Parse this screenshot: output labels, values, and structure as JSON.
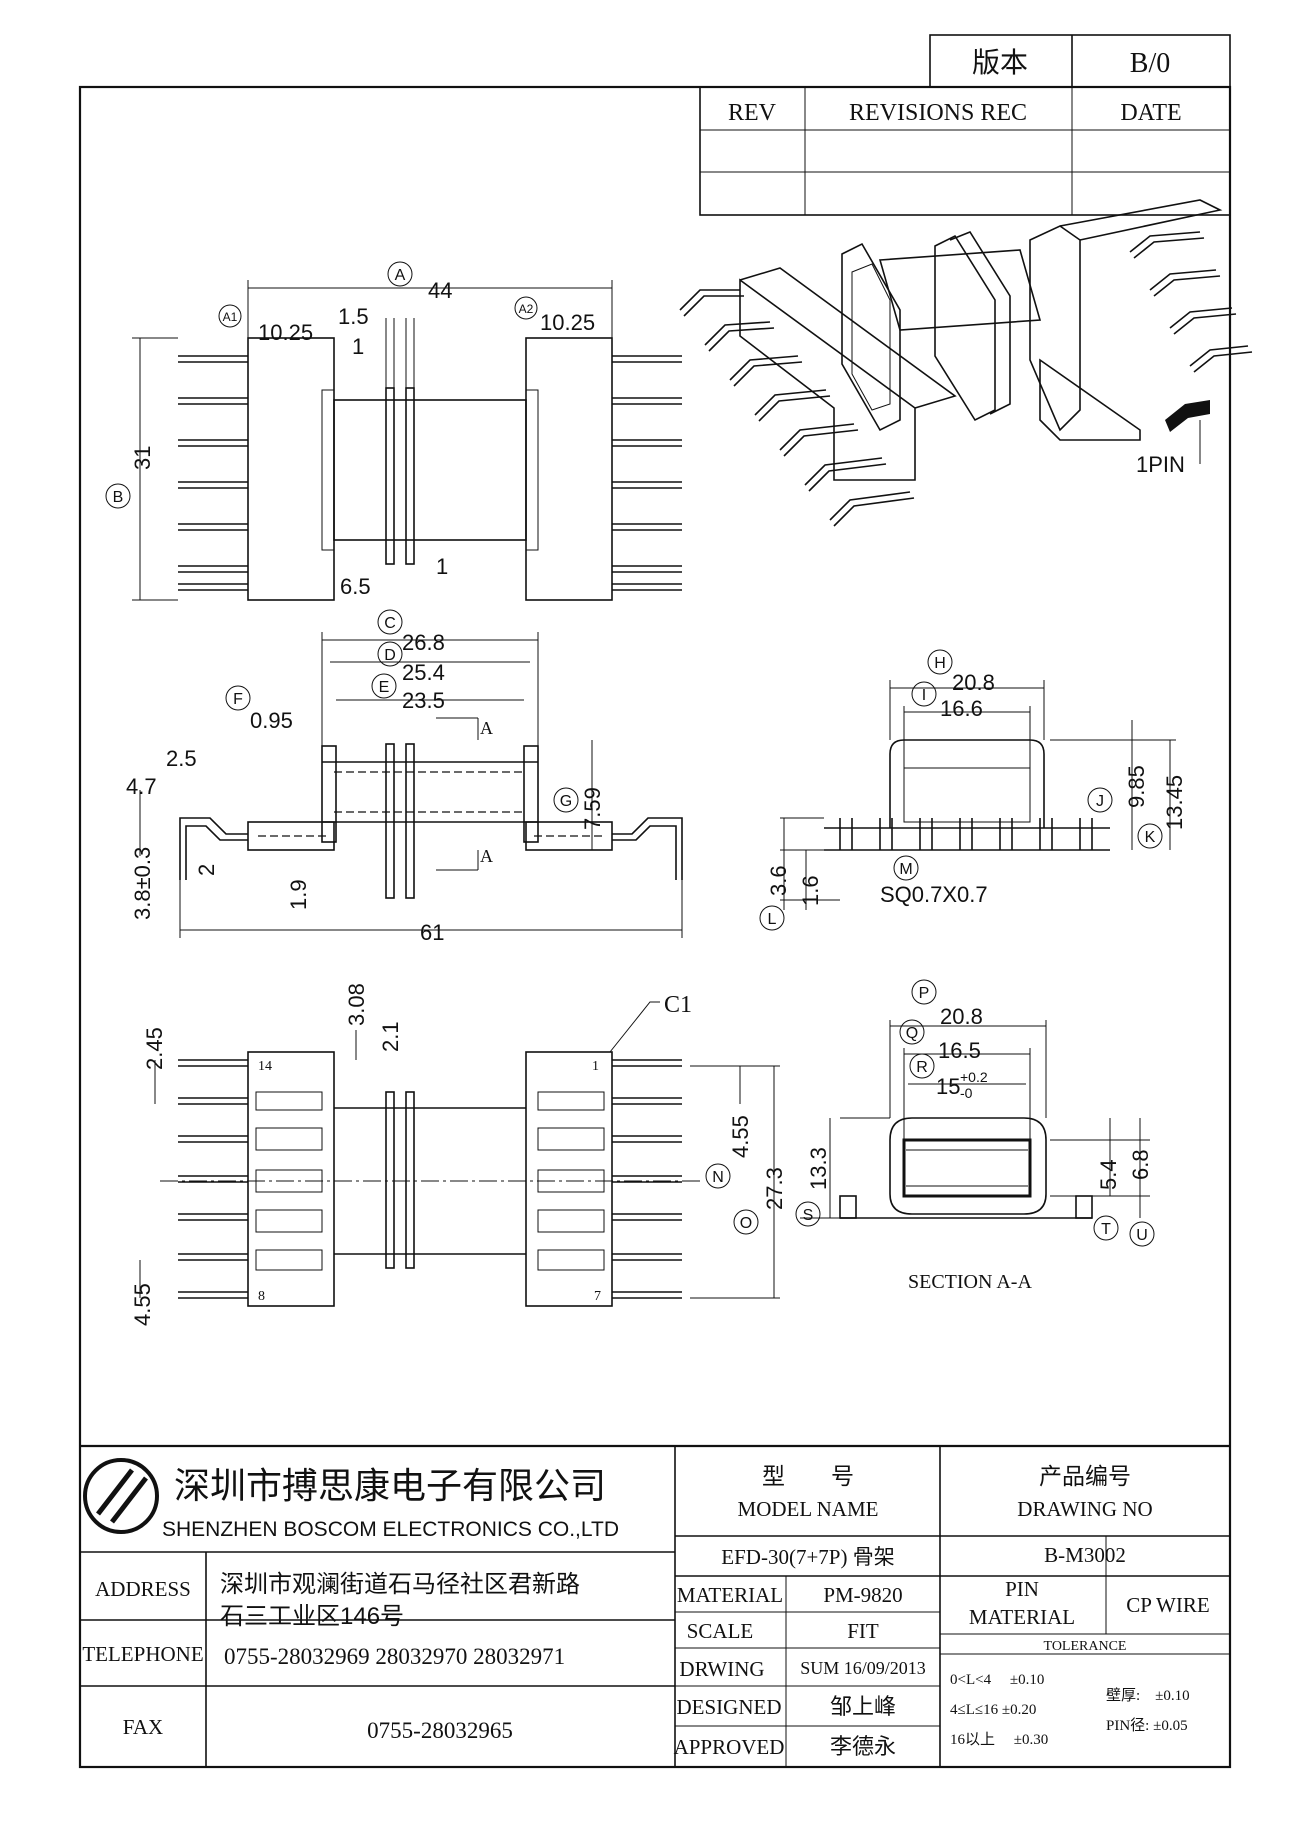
{
  "title_block": {
    "version_label": "版本",
    "version_value": "B/0",
    "rev_header": "REV",
    "revisions_header": "REVISIONS REC",
    "date_header": "DATE",
    "company_cn": "深圳市搏思康电子有限公司",
    "company_en": "SHENZHEN BOSCOM ELECTRONICS CO.,LTD",
    "address_label": "ADDRESS",
    "address_line1": "深圳市观澜街道石马径社区君新路",
    "address_line2": "石三工业区146号",
    "telephone_label": "TELEPHONE",
    "telephone_value": "0755-28032969 28032970 28032971",
    "fax_label": "FAX",
    "fax_value": "0755-28032965",
    "model_cn": "型　　号",
    "model_en": "MODEL NAME",
    "model_value": "EFD-30(7+7P) 骨架",
    "drawing_no_cn": "产品编号",
    "drawing_no_en": "DRAWING NO",
    "drawing_no_value": "B-M3002",
    "material_label": "MATERIAL",
    "material_value": "PM-9820",
    "pin_material_label1": "PIN",
    "pin_material_label2": "MATERIAL",
    "pin_material_value": "CP WIRE",
    "scale_label": "SCALE",
    "scale_value": "FIT",
    "tolerance_header": "TOLERANCE",
    "drwing_label": "DRWING",
    "drwing_value": "SUM 16/09/2013",
    "designed_label": "DESIGNED",
    "designed_value": "邹上峰",
    "approved_label": "APPROVED",
    "approved_value": "李德永",
    "tol_1": "0<L<4　 ±0.10",
    "tol_2": "4≤L≤16 ±0.20",
    "tol_3": "16以上　 ±0.30",
    "tol_wall": "壁厚:　±0.10",
    "tol_pin": "PIN径: ±0.05"
  },
  "drawing": {
    "top": {
      "A": "A",
      "A_val": "44",
      "A1": "A1",
      "A1_val": "10.25",
      "A2": "A2",
      "A2_val": "10.25",
      "d15": "1.5",
      "d1a": "1",
      "d1b": "1",
      "B": "B",
      "B_val": "31",
      "d65": "6.5"
    },
    "iso": {
      "pin1": "1PIN"
    },
    "side": {
      "C": "C",
      "C_val": "26.8",
      "D": "D",
      "D_val": "25.4",
      "E": "E",
      "E_val": "23.5",
      "F": "F",
      "F_val": "0.95",
      "d25": "2.5",
      "d47": "4.7",
      "G": "G",
      "G_val": "7.59",
      "d2": "2",
      "d19": "1.9",
      "d38": "3.8±0.3",
      "d61": "61",
      "sec_a": "A"
    },
    "end": {
      "H": "H",
      "H_val": "20.8",
      "I": "I",
      "I_val": "16.6",
      "J": "J",
      "J_val": "9.85",
      "K": "K",
      "K_val": "13.45",
      "L": "L",
      "d36": "3.6",
      "d16": "1.6",
      "M": "M",
      "M_val": "SQ0.7X0.7"
    },
    "bottom": {
      "d308": "3.08",
      "d245": "2.45",
      "d21": "2.1",
      "C1": "C1",
      "N": "N",
      "N_val": "4.55",
      "O": "O",
      "O_val": "27.3",
      "d455": "4.55",
      "pin14": "14",
      "pin1": "1",
      "pin8": "8",
      "pin7": "7"
    },
    "section": {
      "P": "P",
      "P_val": "20.8",
      "Q": "Q",
      "Q_val": "16.5",
      "R": "R",
      "R_val": "15",
      "R_tol_up": "+0.2",
      "R_tol_dn": "-0",
      "S": "S",
      "S_val": "13.3",
      "T": "T",
      "T_val": "5.4",
      "U": "U",
      "U_val": "6.8",
      "caption": "SECTION A-A"
    }
  }
}
